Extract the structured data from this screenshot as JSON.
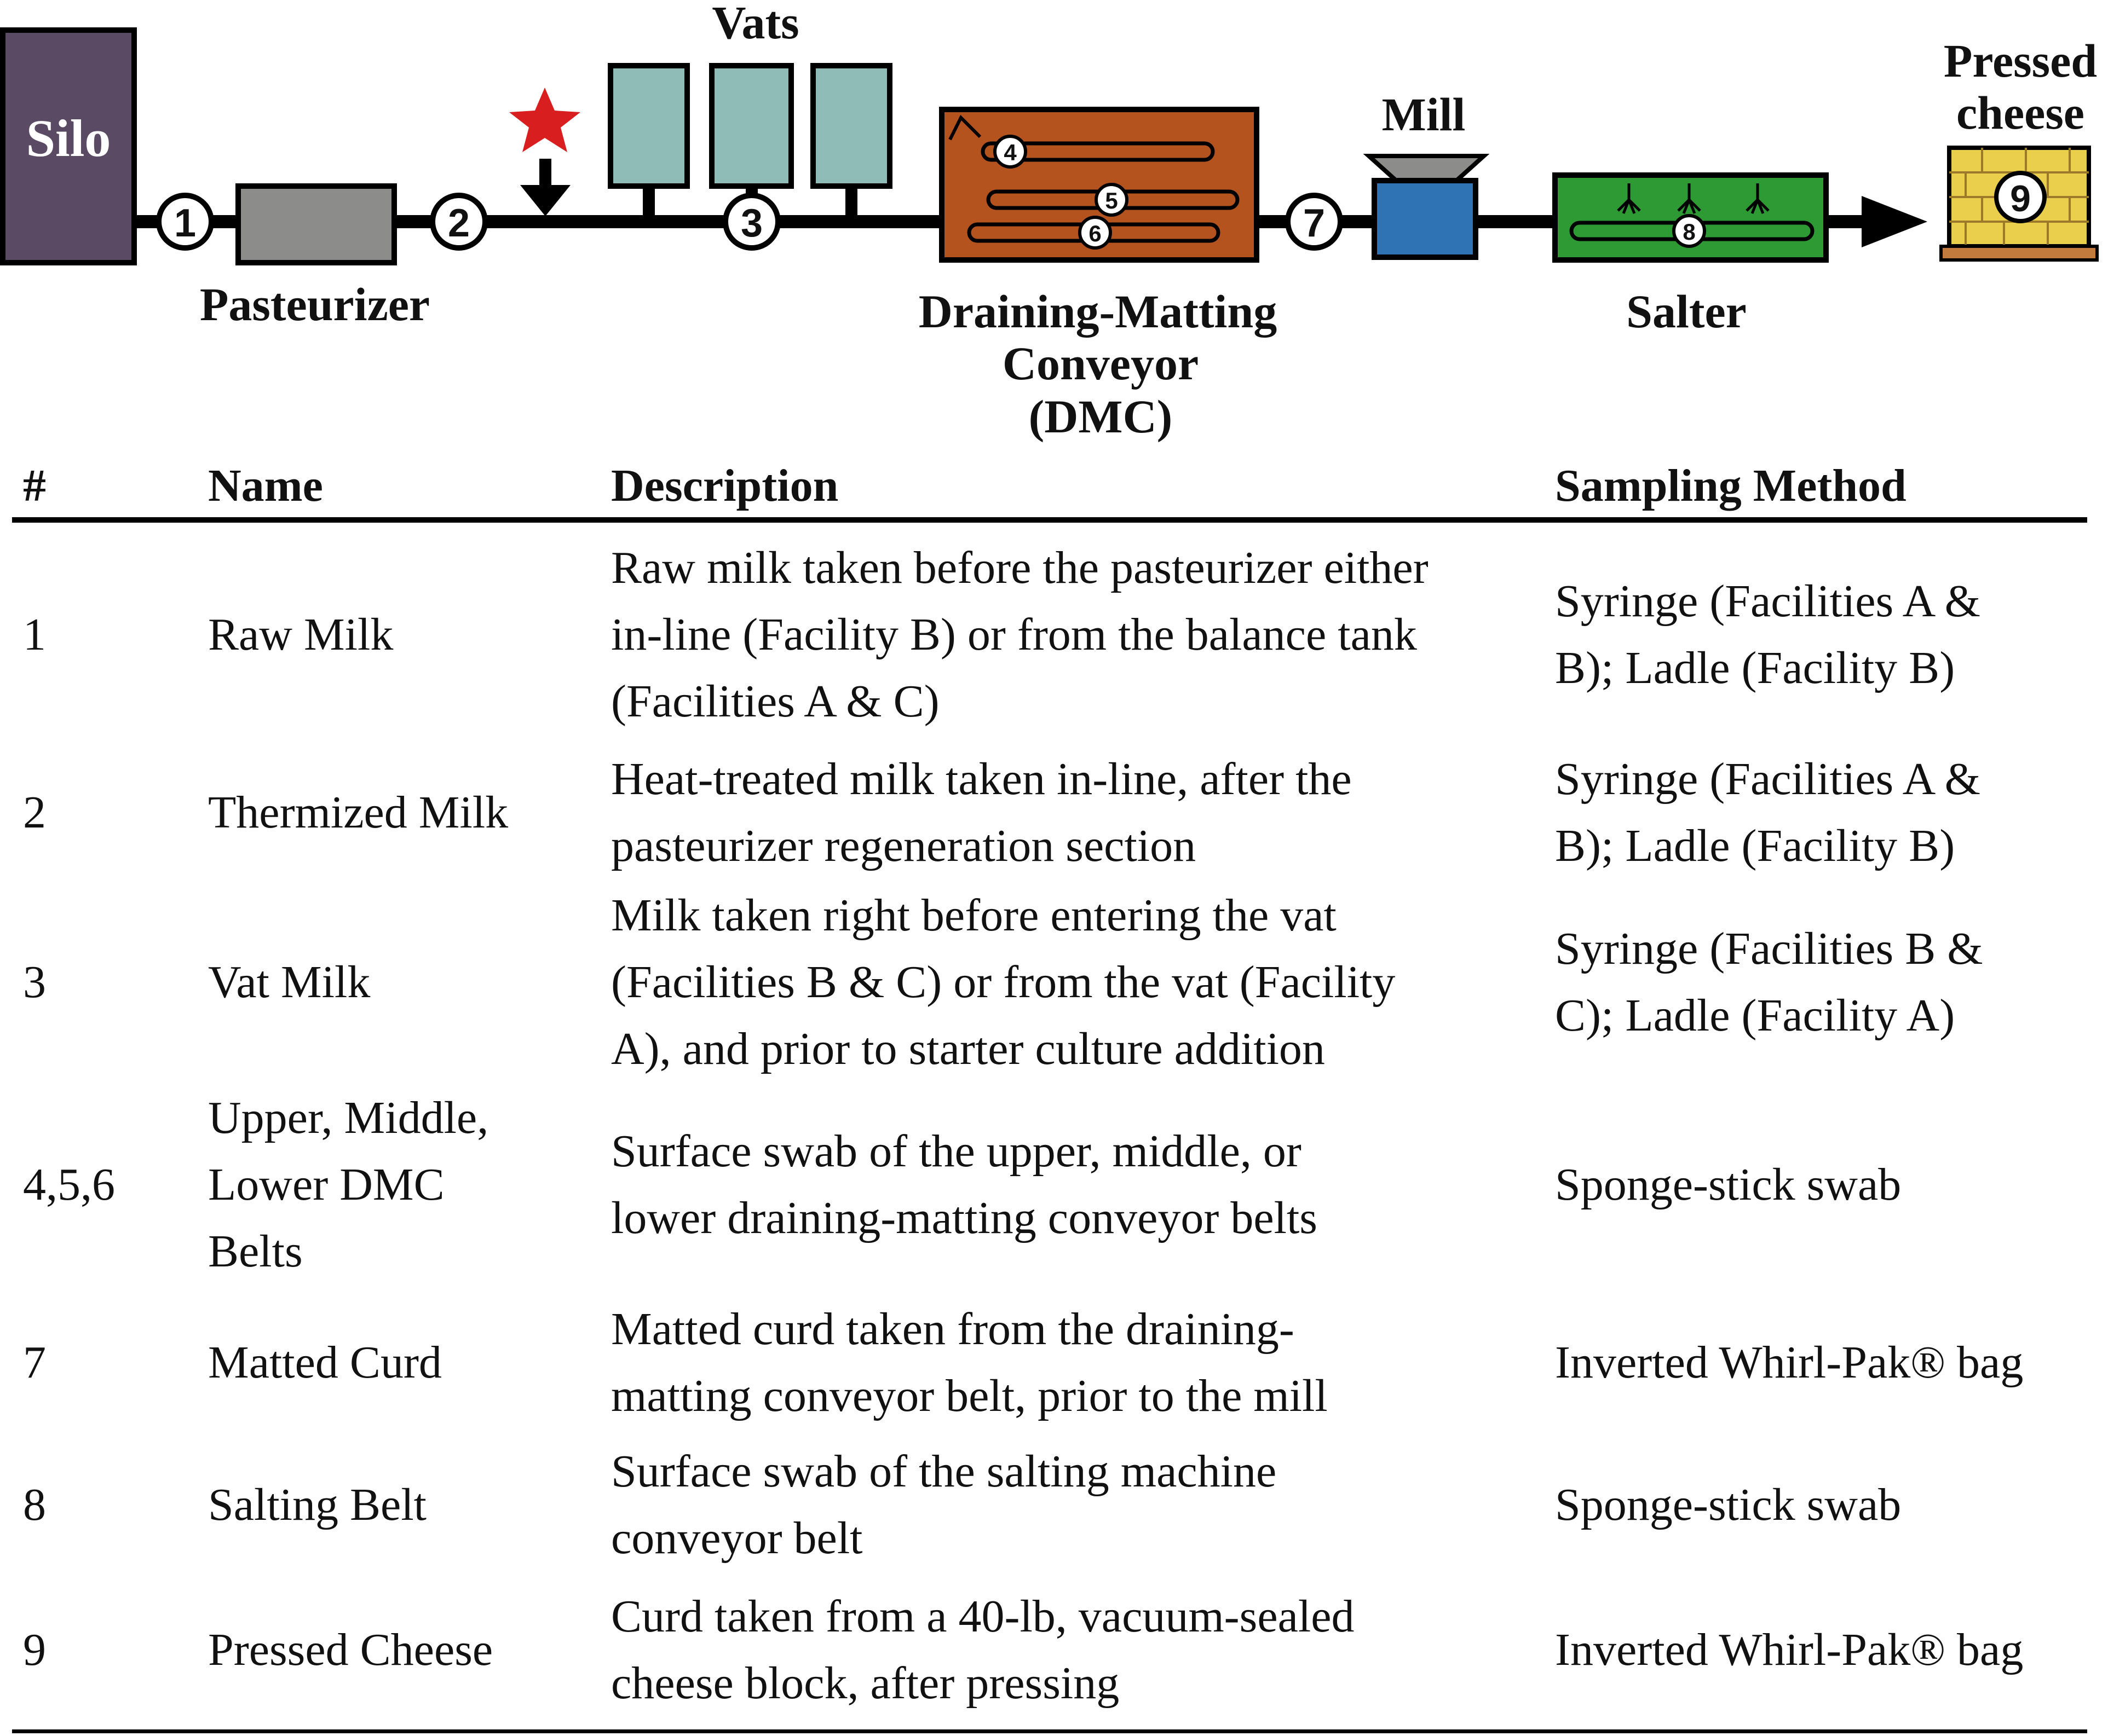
{
  "diagram": {
    "labels": {
      "silo": "Silo",
      "pasteurizer": "Pasteurizer",
      "vats": "Vats",
      "dmc_line1": "Draining-Matting",
      "dmc_line2": "Conveyor",
      "dmc_line3": "(DMC)",
      "mill": "Mill",
      "salter": "Salter",
      "pressed_line1": "Pressed",
      "pressed_line2": "cheese"
    },
    "markers": [
      "1",
      "2",
      "3",
      "4",
      "5",
      "6",
      "7",
      "8",
      "9"
    ],
    "colors": {
      "silo": "#5b4a63",
      "pasteurizer": "#8c8c8a",
      "vats": "#8fbcb7",
      "dmc": "#b5531f",
      "mill": "#2f73b4",
      "salter": "#2e9a33",
      "cheese": "#e9cf4c",
      "cheese_base": "#c27a3d",
      "star": "#d81e1e",
      "line": "#000000"
    },
    "icons": [
      "star-icon",
      "down-arrow-icon",
      "flow-arrow-icon",
      "funnel-icon"
    ]
  },
  "table": {
    "headers": {
      "num": "#",
      "name": "Name",
      "description": "Description",
      "method": "Sampling Method"
    },
    "rows": [
      {
        "num": "1",
        "name": [
          "Raw Milk"
        ],
        "description": [
          "Raw milk taken before the pasteurizer either",
          "in-line (Facility B) or from the balance tank",
          "(Facilities A & C)"
        ],
        "method": [
          "Syringe (Facilities A &",
          "B); Ladle (Facility B)"
        ]
      },
      {
        "num": "2",
        "name": [
          "Thermized Milk"
        ],
        "description": [
          "Heat-treated milk taken in-line, after the",
          "pasteurizer regeneration section"
        ],
        "method": [
          "Syringe (Facilities A &",
          "B); Ladle (Facility B)"
        ]
      },
      {
        "num": "3",
        "name": [
          "Vat Milk"
        ],
        "description": [
          "Milk taken right before entering the vat",
          "(Facilities B & C) or from the vat (Facility",
          "A), and prior to starter culture addition"
        ],
        "method": [
          "Syringe (Facilities B &",
          "C); Ladle (Facility A)"
        ]
      },
      {
        "num": "4,5,6",
        "name": [
          "Upper, Middle,",
          "Lower DMC",
          "Belts"
        ],
        "description": [
          "Surface swab of the upper, middle, or",
          "lower draining-matting conveyor belts"
        ],
        "method": [
          "Sponge-stick swab"
        ]
      },
      {
        "num": "7",
        "name": [
          "Matted Curd"
        ],
        "description": [
          "Matted curd taken from the draining-",
          "matting conveyor belt, prior to the mill"
        ],
        "method": [
          "Inverted Whirl-Pak® bag"
        ]
      },
      {
        "num": "8",
        "name": [
          "Salting Belt"
        ],
        "description": [
          "Surface swab of the salting machine",
          "conveyor belt"
        ],
        "method": [
          "Sponge-stick swab"
        ]
      },
      {
        "num": "9",
        "name": [
          "Pressed Cheese"
        ],
        "description": [
          "Curd taken from a 40-lb, vacuum-sealed",
          "cheese block, after pressing"
        ],
        "method": [
          "Inverted Whirl-Pak® bag"
        ]
      }
    ]
  }
}
